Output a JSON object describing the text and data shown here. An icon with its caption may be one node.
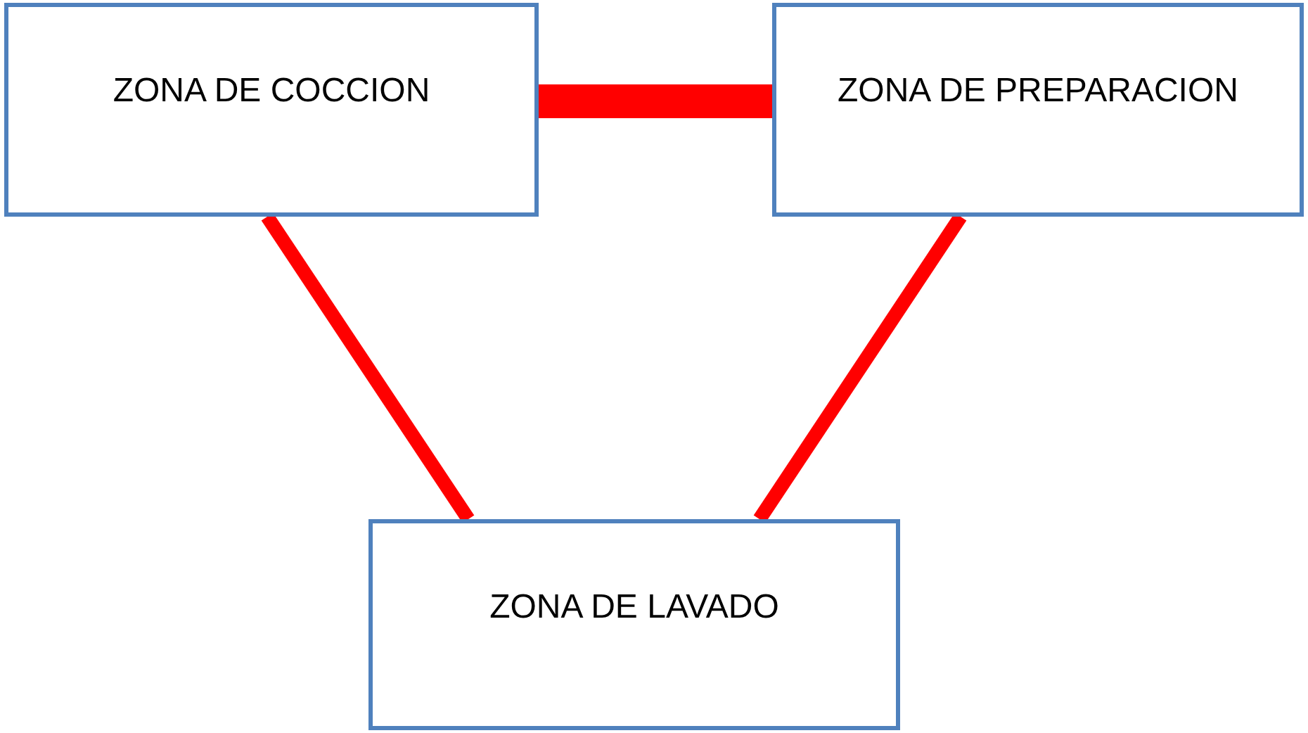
{
  "diagram": {
    "nodes": [
      {
        "text": [
          "ZONA DE COCCION"
        ]
      },
      {
        "text": [
          "ZONA DE PREPARACION"
        ]
      },
      {
        "text": [
          "ZONA DE LAVADO"
        ]
      }
    ],
    "edges": [
      {
        "from": 0,
        "to": 1,
        "arrow": "none",
        "style": "thick",
        "color": "#ff0000"
      },
      {
        "from": 0,
        "to": 2,
        "arrow": "none",
        "color": "#ff0000"
      },
      {
        "from": 1,
        "to": 2,
        "arrow": "none",
        "color": "#ff0000"
      }
    ]
  }
}
